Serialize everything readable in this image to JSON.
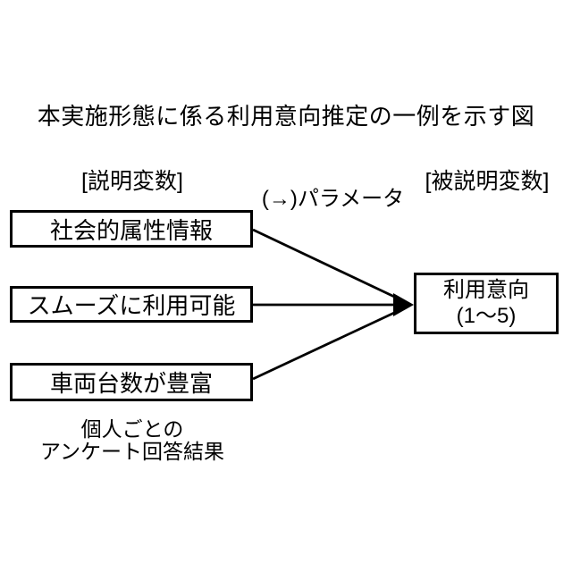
{
  "title": "本実施形態に係る利用意向推定の一例を示す図",
  "headers": {
    "explanatory": "[説明変数]",
    "explained": "[被説明変数]",
    "parameter": "(→)パラメータ"
  },
  "explanatory_boxes": [
    {
      "label": "社会的属性情報"
    },
    {
      "label": "スムーズに利用可能"
    },
    {
      "label": "車両台数が豊富"
    }
  ],
  "explained_box": {
    "line1": "利用意向",
    "line2": "(1～5)"
  },
  "footnote": {
    "line1": "個人ごとの",
    "line2": "アンケート回答結果"
  },
  "colors": {
    "line": "#000000",
    "background": "#ffffff",
    "text": "#000000"
  }
}
